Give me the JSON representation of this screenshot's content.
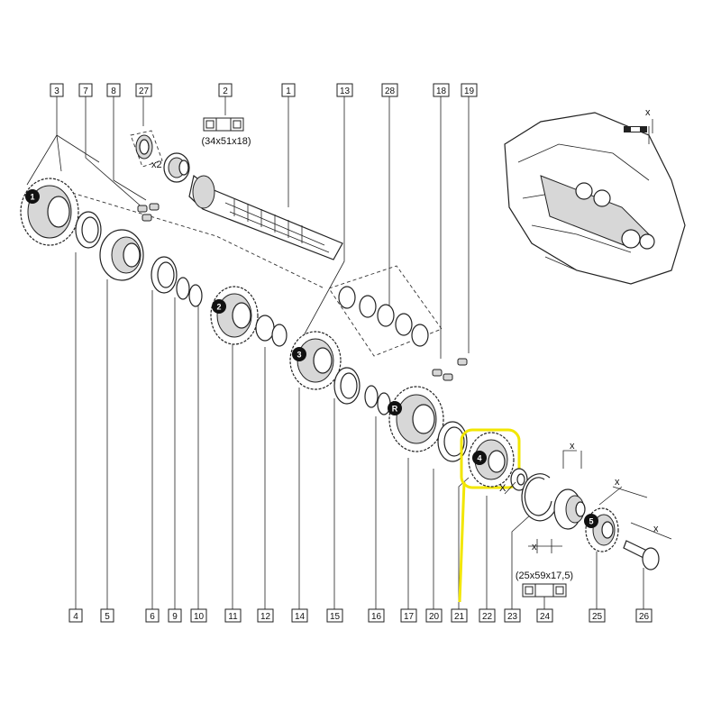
{
  "diagram": {
    "highlight_color": "#f2e600",
    "top_labels": [
      "3",
      "7",
      "8",
      "27",
      "2",
      "1",
      "13",
      "28",
      "18",
      "19"
    ],
    "bottom_labels": [
      "4",
      "5",
      "6",
      "9",
      "10",
      "11",
      "12",
      "14",
      "15",
      "16",
      "17",
      "20",
      "21",
      "22",
      "23",
      "24",
      "25",
      "26"
    ],
    "gear_markers": [
      "1",
      "2",
      "3",
      "R",
      "4",
      "5"
    ],
    "bearing_spec_top": "(34x51x18)",
    "bearing_spec_bottom": "(25x59x17,5)",
    "multiplier": "x2",
    "dimension_letters": [
      "x",
      "X"
    ]
  }
}
